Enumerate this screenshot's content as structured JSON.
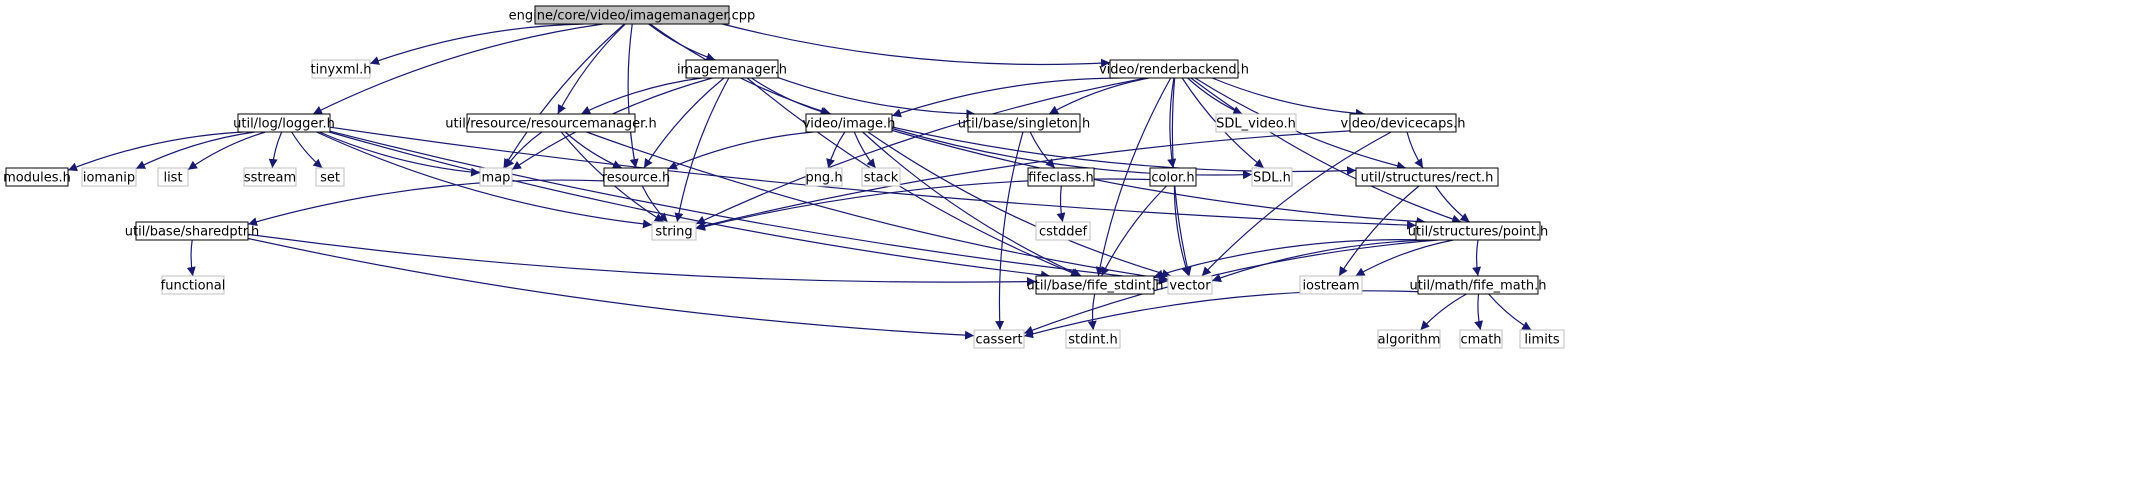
{
  "title": "engine/core/video/imagemanager.cpp",
  "colors": {
    "edge": "#191970",
    "root_fill": "#bfbfbf",
    "root_stroke": "#000000",
    "file_stroke": "#000000",
    "system_stroke": "#bfbfbf",
    "system_text": "#000000"
  },
  "nodes": {
    "root": "engine/core/video/imagemanager.cpp",
    "logger": "util/log/logger.h",
    "tinyxml": "tinyxml.h",
    "imagemanager": "imagemanager.h",
    "renderbackend": "video/renderbackend.h",
    "resourcemanager": "util/resource/resourcemanager.h",
    "image": "video/image.h",
    "singleton": "util/base/singleton.h",
    "sdl_video": "SDL_video.h",
    "devicecaps": "video/devicecaps.h",
    "modules": "modules.h",
    "iomanip": "iomanip",
    "list": "list",
    "sstream": "sstream",
    "set": "set",
    "map": "map",
    "resource": "resource.h",
    "png": "png.h",
    "stack": "stack",
    "fifeclass": "fifeclass.h",
    "color": "color.h",
    "sdl": "SDL.h",
    "rect": "util/structures/rect.h",
    "sharedptr": "util/base/sharedptr.h",
    "string": "string",
    "cstddef": "cstddef",
    "point": "util/structures/point.h",
    "functional": "functional",
    "fife_stdint": "util/base/fife_stdint.h",
    "vector": "vector",
    "iostream": "iostream",
    "fife_math": "util/math/fife_math.h",
    "cassert": "cassert",
    "stdint": "stdint.h",
    "algorithm": "algorithm",
    "cmath": "cmath",
    "limits": "limits"
  },
  "edges": [
    [
      "root",
      "logger"
    ],
    [
      "root",
      "tinyxml"
    ],
    [
      "root",
      "map"
    ],
    [
      "root",
      "imagemanager"
    ],
    [
      "root",
      "resourcemanager"
    ],
    [
      "root",
      "resource"
    ],
    [
      "root",
      "image"
    ],
    [
      "root",
      "renderbackend"
    ],
    [
      "logger",
      "modules"
    ],
    [
      "logger",
      "iomanip"
    ],
    [
      "logger",
      "list"
    ],
    [
      "logger",
      "sstream"
    ],
    [
      "logger",
      "set"
    ],
    [
      "logger",
      "map"
    ],
    [
      "logger",
      "string"
    ],
    [
      "logger",
      "vector"
    ],
    [
      "logger",
      "point"
    ],
    [
      "logger",
      "fife_stdint"
    ],
    [
      "imagemanager",
      "map"
    ],
    [
      "imagemanager",
      "resourcemanager"
    ],
    [
      "imagemanager",
      "resource"
    ],
    [
      "imagemanager",
      "string"
    ],
    [
      "imagemanager",
      "image"
    ],
    [
      "imagemanager",
      "singleton"
    ],
    [
      "imagemanager",
      "fife_stdint"
    ],
    [
      "resourcemanager",
      "map"
    ],
    [
      "resourcemanager",
      "resource"
    ],
    [
      "resourcemanager",
      "string"
    ],
    [
      "resourcemanager",
      "vector"
    ],
    [
      "resource",
      "sharedptr"
    ],
    [
      "resource",
      "string"
    ],
    [
      "image",
      "resource"
    ],
    [
      "image",
      "png"
    ],
    [
      "image",
      "stack"
    ],
    [
      "image",
      "sdl"
    ],
    [
      "image",
      "rect"
    ],
    [
      "image",
      "point"
    ],
    [
      "image",
      "vector"
    ],
    [
      "image",
      "fife_stdint"
    ],
    [
      "renderbackend",
      "image"
    ],
    [
      "renderbackend",
      "string"
    ],
    [
      "renderbackend",
      "singleton"
    ],
    [
      "renderbackend",
      "sdl_video"
    ],
    [
      "renderbackend",
      "color"
    ],
    [
      "renderbackend",
      "sdl"
    ],
    [
      "renderbackend",
      "devicecaps"
    ],
    [
      "renderbackend",
      "rect"
    ],
    [
      "renderbackend",
      "point"
    ],
    [
      "renderbackend",
      "vector"
    ],
    [
      "renderbackend",
      "fife_stdint"
    ],
    [
      "singleton",
      "fifeclass"
    ],
    [
      "singleton",
      "cassert"
    ],
    [
      "fifeclass",
      "cstddef"
    ],
    [
      "devicecaps",
      "string"
    ],
    [
      "devicecaps",
      "rect"
    ],
    [
      "devicecaps",
      "vector"
    ],
    [
      "color",
      "string"
    ],
    [
      "color",
      "vector"
    ],
    [
      "color",
      "fife_stdint"
    ],
    [
      "rect",
      "point"
    ],
    [
      "rect",
      "iostream"
    ],
    [
      "point",
      "fife_math"
    ],
    [
      "point",
      "iostream"
    ],
    [
      "point",
      "vector"
    ],
    [
      "point",
      "cassert"
    ],
    [
      "point",
      "fife_stdint"
    ],
    [
      "sharedptr",
      "functional"
    ],
    [
      "sharedptr",
      "fife_stdint"
    ],
    [
      "sharedptr",
      "cassert"
    ],
    [
      "fife_stdint",
      "stdint"
    ],
    [
      "fife_math",
      "cassert"
    ],
    [
      "fife_math",
      "algorithm"
    ],
    [
      "fife_math",
      "cmath"
    ],
    [
      "fife_math",
      "limits"
    ]
  ]
}
